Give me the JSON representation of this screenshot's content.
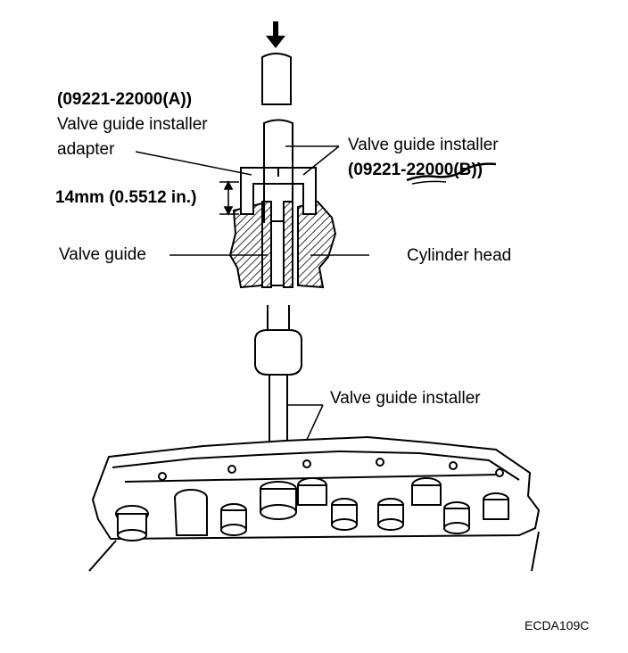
{
  "labels": {
    "adapter_part_number": "(09221-22000(A))",
    "adapter_name_line1": "Valve guide installer",
    "adapter_name_line2": "adapter",
    "installer_name": "Valve guide installer",
    "installer_part_number": "(09221-22000(B))",
    "dimension": "14mm (0.5512 in.)",
    "valve_guide": "Valve guide",
    "cylinder_head": "Cylinder head",
    "installer_lower": "Valve guide installer",
    "figure_code": "ECDA109C"
  },
  "icons": {
    "press_arrow": "arrow-down-icon"
  }
}
